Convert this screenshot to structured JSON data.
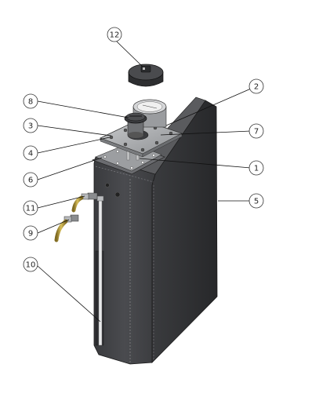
{
  "diagram": {
    "callouts": [
      {
        "id": "c1",
        "label": "1"
      },
      {
        "id": "c2",
        "label": "2"
      },
      {
        "id": "c3",
        "label": "3"
      },
      {
        "id": "c4",
        "label": "4"
      },
      {
        "id": "c5",
        "label": "5"
      },
      {
        "id": "c6",
        "label": "6"
      },
      {
        "id": "c7",
        "label": "7"
      },
      {
        "id": "c8",
        "label": "8"
      },
      {
        "id": "c9",
        "label": "9"
      },
      {
        "id": "c10",
        "label": "10"
      },
      {
        "id": "c11",
        "label": "11"
      },
      {
        "id": "c12",
        "label": "12"
      }
    ],
    "colors": {
      "tank_front": "#3f4043",
      "tank_side": "#2e2f31",
      "tank_top": "#5a5b5e",
      "plate": "#a3a5a8",
      "fitting_brass": "#b59a3a"
    }
  }
}
